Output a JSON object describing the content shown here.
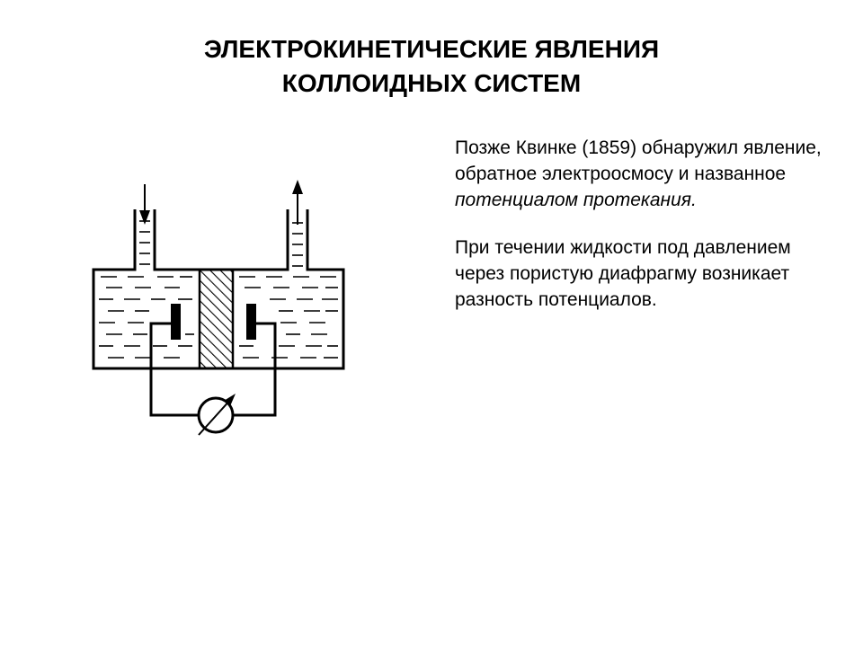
{
  "title": {
    "line1": "ЭЛЕКТРОКИНЕТИЧЕСКИЕ ЯВЛЕНИЯ",
    "line2": "КОЛЛОИДНЫХ СИСТЕМ"
  },
  "paragraph1": {
    "text": "Позже Квинке (1859) обнаружил явление, обратное электроосмосу и названное ",
    "italic": "потенциалом протекания."
  },
  "paragraph2": {
    "text": "При течении жидкости под давлением через пористую диафрагму возникает разность потенциалов."
  },
  "diagram": {
    "icons": [
      "inflow-arrow-icon",
      "outflow-arrow-icon",
      "electrode-icon",
      "porous-diaphragm-icon",
      "galvanometer-icon"
    ]
  }
}
